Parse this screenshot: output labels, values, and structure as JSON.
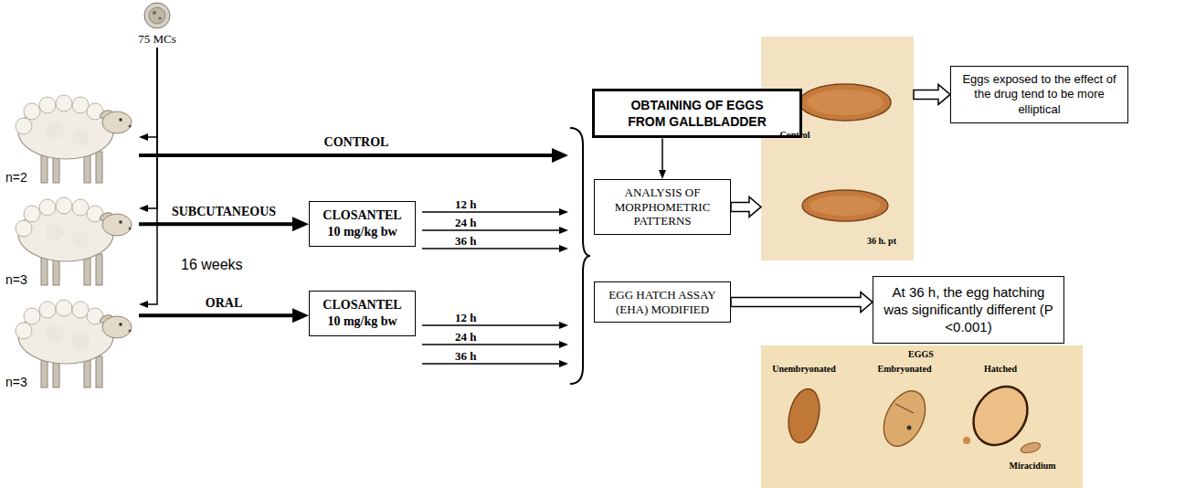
{
  "diagram": {
    "nodes": [
      {
        "text": [
          "75 MCs"
        ]
      },
      {
        "text": [
          "n=2"
        ]
      },
      {
        "text": [
          "n=3"
        ]
      },
      {
        "text": [
          "CLOSANTEL 10 mg/kg bw"
        ]
      },
      {
        "text": [
          "n=3"
        ]
      },
      {
        "text": [
          "CLOSANTEL 10 mg/kg bw"
        ]
      },
      {
        "text": [
          "OBTAINING OF EGGS FROM GALLBLADDER"
        ]
      },
      {
        "text": [
          "ANALYSIS OF MORPHOMETRIC PATTERNS"
        ]
      },
      {
        "text": [
          "EGG HATCH ASSAY (EHA) MODIFIED"
        ]
      },
      {
        "text": [
          "Control",
          "36 h. pt"
        ]
      },
      {
        "text": [
          "Eggs exposed to the effect of the drug tend to be more elliptical"
        ]
      },
      {
        "text": [
          "At 36 h, the egg hatching was significantly different (P <0.001)"
        ]
      },
      {
        "text": [
          "EGGS",
          "Unembryonated",
          "Embryonated",
          "Hatched",
          "Miracidium"
        ]
      }
    ],
    "edges": [
      {
        "from": 0,
        "to": 1,
        "arrow": "to"
      },
      {
        "from": 0,
        "to": 2,
        "arrow": "to"
      },
      {
        "from": 0,
        "to": 4,
        "arrow": "to"
      },
      {
        "from": 2,
        "to": 3,
        "label": "SUBCUTANEOUS",
        "arrow": "to"
      },
      {
        "from": 4,
        "to": 5,
        "label": "ORAL",
        "arrow": "to"
      },
      {
        "from": 6,
        "to": 7,
        "arrow": "to"
      },
      {
        "from": 7,
        "to": 9,
        "arrow": "to"
      },
      {
        "from": 9,
        "to": 10,
        "arrow": "to"
      },
      {
        "from": 8,
        "to": 11,
        "arrow": "to"
      }
    ],
    "labels": [
      "CONTROL",
      "16 weeks",
      "12 h",
      "24 h",
      "36 h",
      "12 h",
      "24 h",
      "36 h"
    ]
  }
}
